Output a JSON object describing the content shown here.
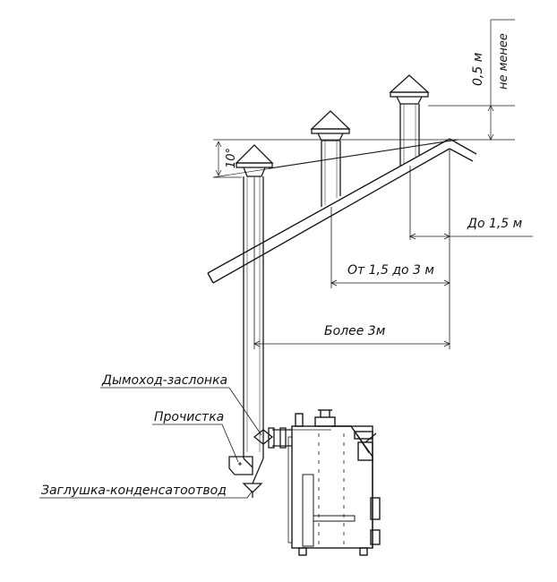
{
  "labels": {
    "height_min": "0,5 м",
    "height_min_note": "не менее",
    "angle": "10°",
    "dist_up_to_1_5": "До 1,5 м",
    "dist_1_5_to_3": "От 1,5 до 3 м",
    "dist_more_3": "Более 3м",
    "flue_damper": "Дымоход-заслонка",
    "cleanout": "Прочистка",
    "condensate_plug": "Заглушка-конденсатоотвод"
  },
  "colors": {
    "line": "#1a1a1a",
    "background": "#ffffff"
  }
}
